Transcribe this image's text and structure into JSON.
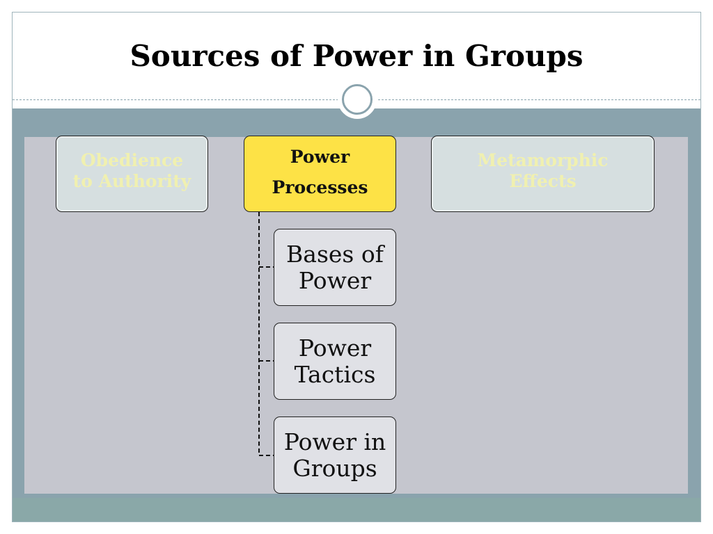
{
  "slide": {
    "title": "Sources of Power in Groups"
  },
  "diagram": {
    "top_nodes": [
      {
        "id": "obedience",
        "lines": [
          "Obedience",
          "to Authority"
        ]
      },
      {
        "id": "processes",
        "lines": [
          "Power",
          "Processes"
        ]
      },
      {
        "id": "metamorphic",
        "lines": [
          "Metamorphic",
          "Effects"
        ]
      }
    ],
    "child_nodes": [
      {
        "id": "bases",
        "lines": [
          "Bases of",
          "Power"
        ]
      },
      {
        "id": "tactics",
        "lines": [
          "Power",
          "Tactics"
        ]
      },
      {
        "id": "in-groups",
        "lines": [
          "Power in",
          "Groups"
        ]
      }
    ],
    "colors": {
      "highlight": "#fde246",
      "muted_box": "#d6dfe0",
      "muted_text": "#f0f0b0",
      "child_box": "#e0e1e6",
      "panel": "#c5c6ce",
      "frame": "#8aa3ad",
      "footer": "#8aa8a8"
    }
  }
}
